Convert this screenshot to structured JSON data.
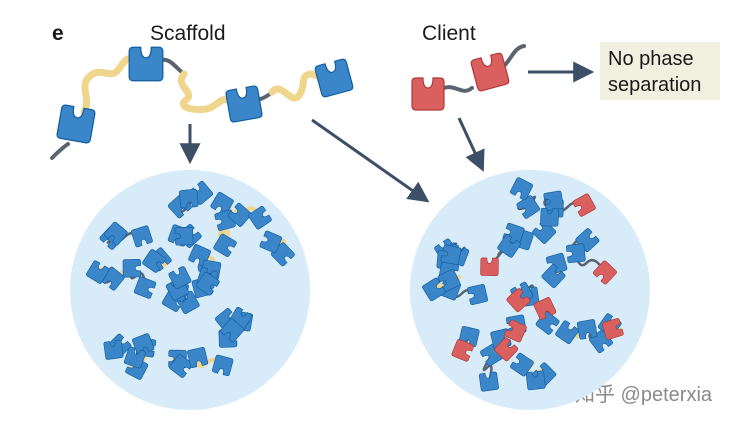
{
  "panel_letter": "e",
  "scaffold_title": "Scaffold",
  "client_title": "Client",
  "outcome": {
    "line1": "No phase",
    "line2": "separation"
  },
  "watermark": "知乎 @peterxia",
  "colors": {
    "scaffold_domain": "#3a86c8",
    "client_domain": "#d9605f",
    "linker": "#f0d58c",
    "tail": "#5a6470",
    "condensate": "#d7ebf8",
    "arrow": "#3d4f66",
    "label_box": "#f1efdf"
  }
}
